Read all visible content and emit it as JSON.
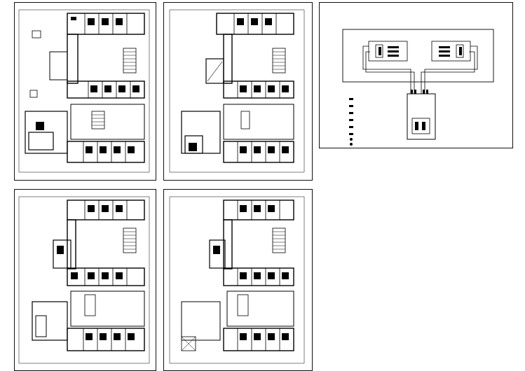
{
  "drawing": {
    "sheets": [
      {
        "id": "floor-plan-1"
      },
      {
        "id": "floor-plan-2"
      },
      {
        "id": "floor-plan-3"
      },
      {
        "id": "floor-plan-4"
      }
    ]
  },
  "schematic": {
    "title": "",
    "legend_header": "",
    "legend_items": [
      "",
      "",
      "",
      "",
      "",
      "",
      "",
      ""
    ],
    "unit_labels": [
      "",
      ""
    ],
    "notes": [
      "",
      "",
      ""
    ]
  },
  "colors": {
    "line": "#000000",
    "background": "#ffffff"
  }
}
